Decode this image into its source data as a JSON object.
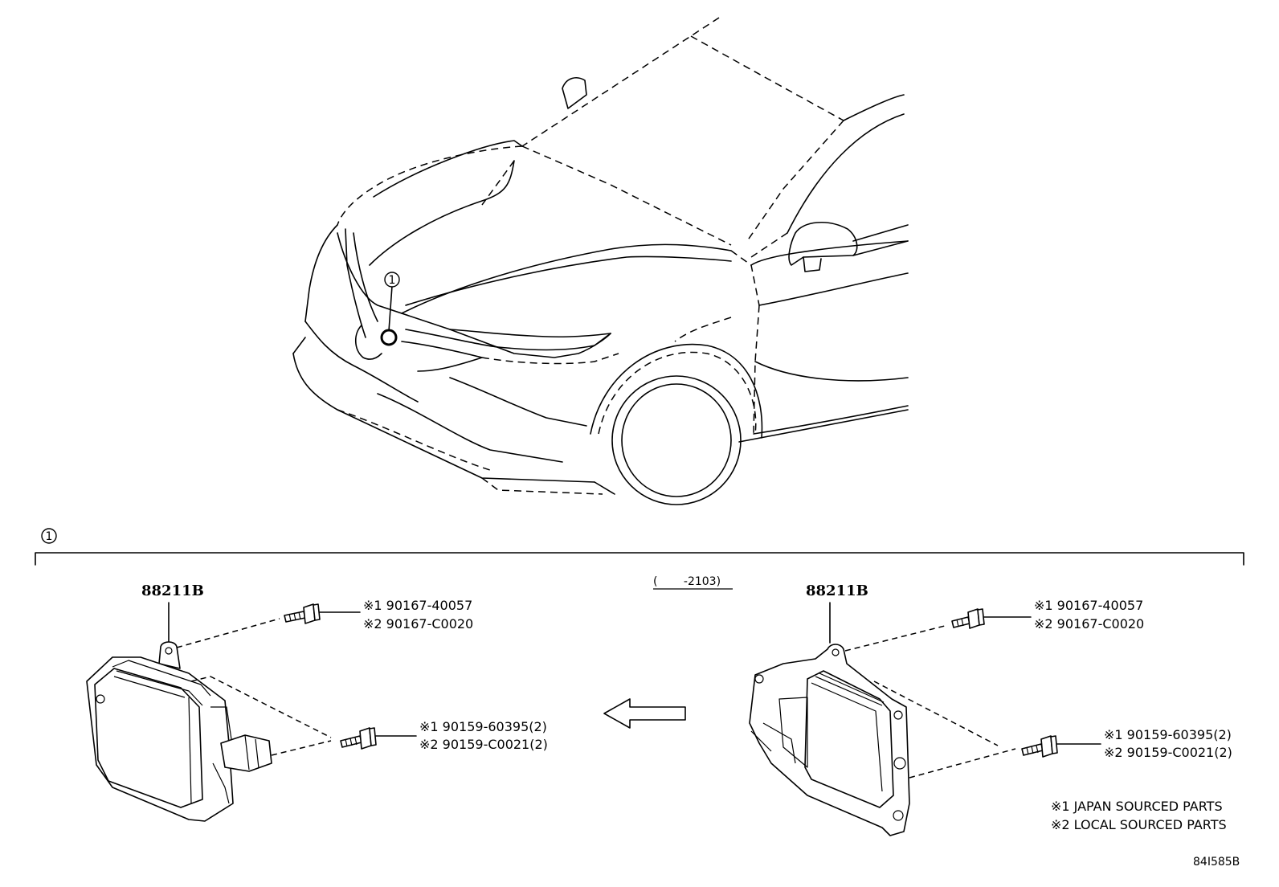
{
  "diagram": {
    "callout_marker": "1",
    "section_marker": "1",
    "date_range": "(　　 -2103)",
    "left_part": {
      "part_number": "88211B",
      "bolt_top": {
        "line1": "※1 90167-40057",
        "line2": "※2 90167-C0020"
      },
      "bolt_bottom": {
        "line1": "※1 90159-60395(2)",
        "line2": "※2 90159-C0021(2)"
      }
    },
    "right_part": {
      "part_number": "88211B",
      "bolt_top": {
        "line1": "※1 90167-40057",
        "line2": "※2 90167-C0020"
      },
      "bolt_bottom": {
        "line1": "※1 90159-60395(2)",
        "line2": "※2 90159-C0021(2)"
      }
    },
    "legend": {
      "note1": "※1 JAPAN SOURCED PARTS",
      "note2": "※2 LOCAL SOURCED PARTS"
    },
    "illustration_id": "84I585B"
  }
}
